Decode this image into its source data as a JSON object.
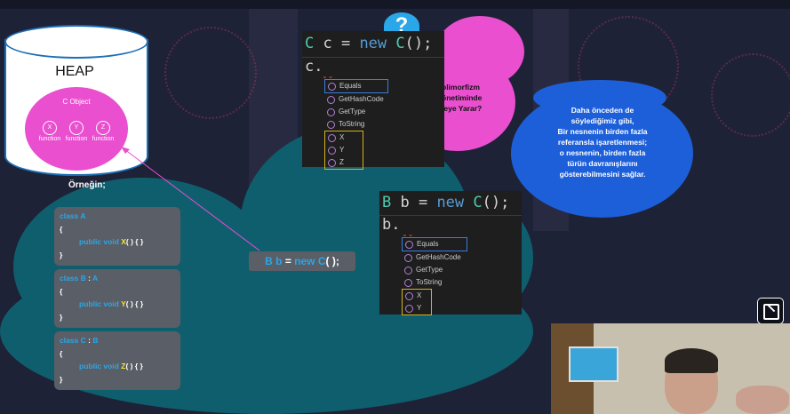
{
  "heap": {
    "title": "HEAP",
    "object_label": "C Object",
    "functions": [
      {
        "letter": "X",
        "label": "function"
      },
      {
        "letter": "Y",
        "label": "function"
      },
      {
        "letter": "Z",
        "label": "function"
      }
    ]
  },
  "example_heading": "Örneğin;",
  "classes": [
    {
      "kw": "class",
      "name": "A",
      "base": "",
      "open": "{",
      "modifiers": "public void",
      "method": "X",
      "sig": "( ) {  }",
      "close": "}"
    },
    {
      "kw": "class",
      "name": "B",
      "base": "A",
      "open": "{",
      "modifiers": "public void",
      "method": "Y",
      "sig": "( ) {  }",
      "close": "}"
    },
    {
      "kw": "class",
      "name": "C",
      "base": "B",
      "open": "{",
      "modifiers": "public void",
      "method": "Z",
      "sig": "( ) {  }",
      "close": "}"
    }
  ],
  "bb_statement": {
    "part1": "B b",
    "eq": " = ",
    "kw": "new",
    "type": " C",
    "tail": "( );"
  },
  "ide1": {
    "line1": {
      "type": "C",
      "var": " c = ",
      "kw": "new",
      "ctor": " C",
      "tail": "();"
    },
    "line2": "c.",
    "items": [
      "Equals",
      "GetHashCode",
      "GetType",
      "ToString",
      "X",
      "Y",
      "Z"
    ]
  },
  "ide2": {
    "line1": {
      "type": "B",
      "var": " b = ",
      "kw": "new",
      "ctor": " C",
      "tail": "();"
    },
    "line2": "b.",
    "items": [
      "Equals",
      "GetHashCode",
      "GetType",
      "ToString",
      "X",
      "Y"
    ]
  },
  "badge_text": "?",
  "pink_text": [
    "olimorfizm",
    "önetiminde",
    "leye Yarar?"
  ],
  "blue_text": [
    "Daha önceden de",
    "söylediğimiz gibi,",
    "Bir nesnenin birden fazla",
    "referansla işaretlenmesi;",
    "o nesnenin, birden fazla",
    "türün davranışlarını",
    "gösterebilmesini sağlar."
  ],
  "colors": {
    "keyword": "#2aa7e8",
    "method": "#f5e33c",
    "pink": "#e94fcf",
    "blue": "#1d5fd8",
    "teal": "#0f5e6d"
  },
  "icons": {
    "exit_fullscreen": "exit-fullscreen-icon"
  }
}
